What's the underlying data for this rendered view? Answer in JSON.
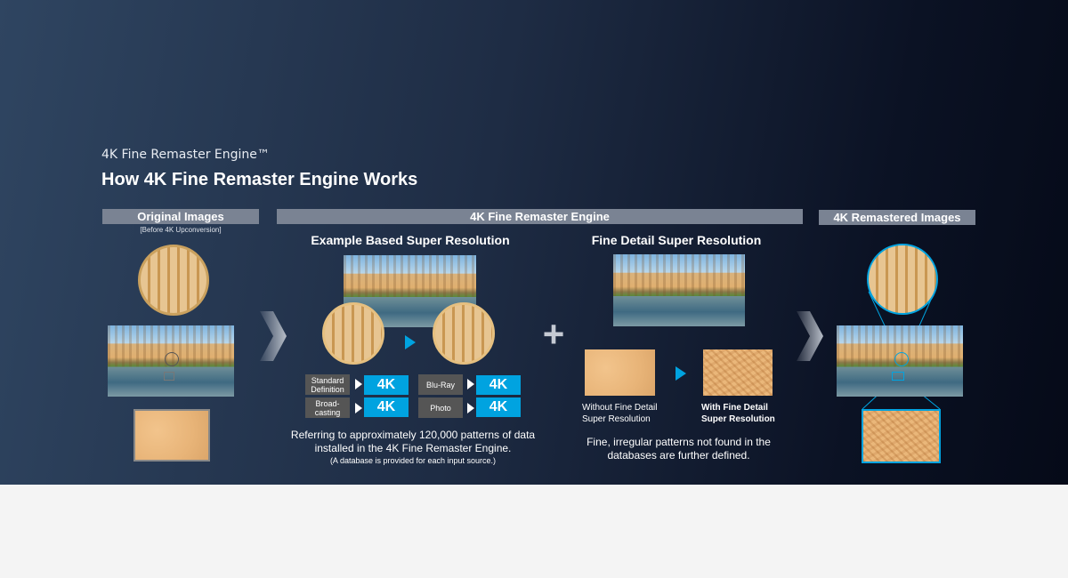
{
  "header": {
    "subtitle": "4K Fine Remaster Engine™",
    "title": "How 4K Fine Remaster Engine Works"
  },
  "sections": {
    "original": {
      "label": "Original Images",
      "note": "[Before 4K Upconversion]"
    },
    "engine": {
      "label": "4K Fine Remaster Engine"
    },
    "remastered": {
      "label": "4K Remastered Images"
    }
  },
  "example_based": {
    "heading": "Example Based Super Resolution",
    "sources": [
      {
        "label": "Standard Definition",
        "output": "4K"
      },
      {
        "label": "Broad-casting",
        "output": "4K"
      },
      {
        "label": "Blu-Ray",
        "output": "4K"
      },
      {
        "label": "Photo",
        "output": "4K"
      }
    ],
    "description": "Referring to approximately 120,000 patterns of data installed in the 4K Fine Remaster Engine.",
    "note": "(A database is provided for each input source.)"
  },
  "fine_detail": {
    "heading": "Fine Detail Super Resolution",
    "without_label": "Without Fine Detail Super Resolution",
    "with_label": "With Fine Detail Super Resolution",
    "description": "Fine, irregular patterns not found in the databases are further defined."
  },
  "plus": "+",
  "colors": {
    "accent": "#00a3e0",
    "bar": "#7a8393"
  }
}
